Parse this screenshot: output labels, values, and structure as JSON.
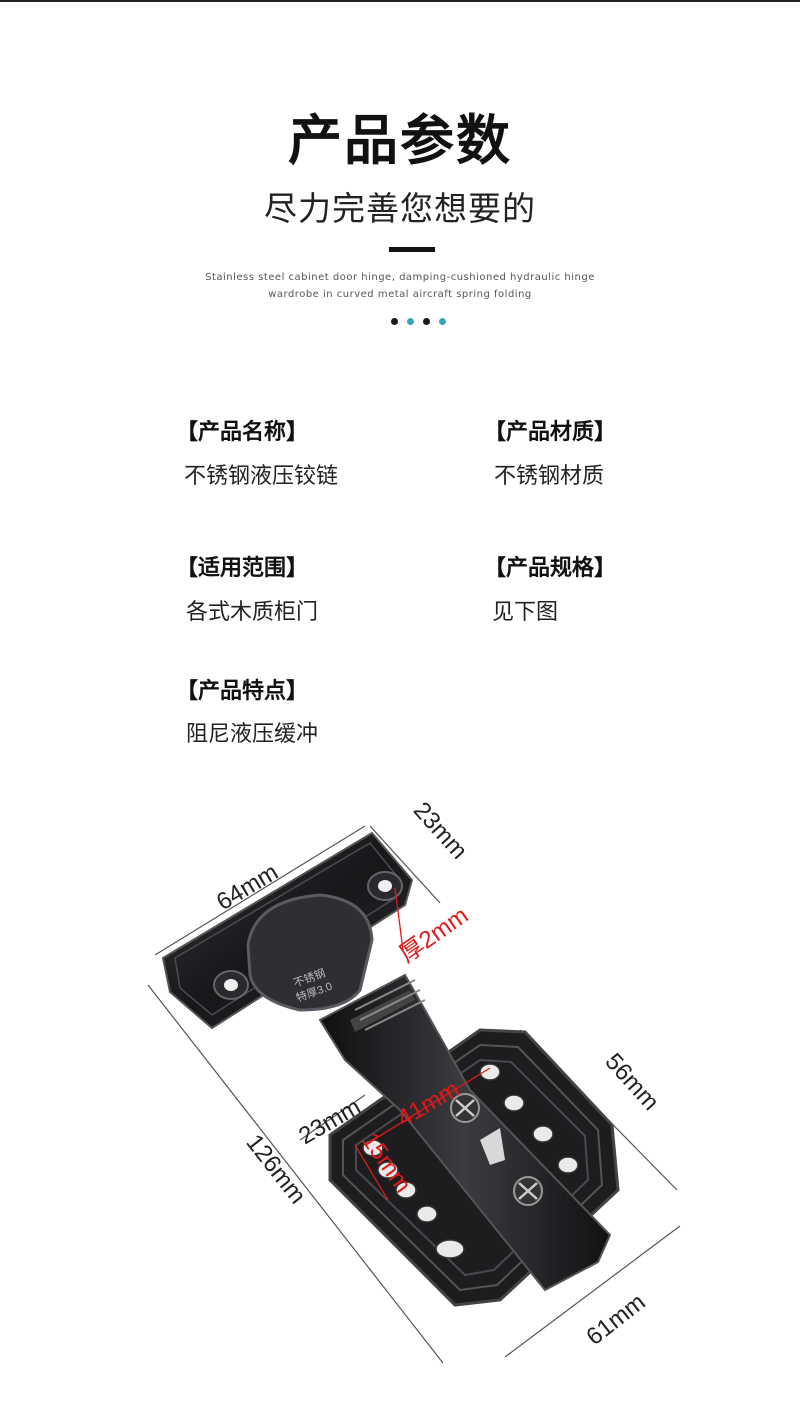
{
  "header": {
    "title": "产品参数",
    "subtitle": "尽力完善您想要的",
    "en_line1": "Stainless steel cabinet door hinge, damping-cushioned hydraulic hinge",
    "en_line2": "wardrobe in curved metal aircraft spring folding",
    "dot_colors": [
      "#1a1a1a",
      "#3aa7b8",
      "#1a1a1a",
      "#3aa7b8"
    ]
  },
  "specs": [
    {
      "label": "【产品名称】",
      "value": "不锈钢液压铰链"
    },
    {
      "label": "【产品材质】",
      "value": "不锈钢材质"
    },
    {
      "label": "【适用范围】",
      "value": "各式木质柜门"
    },
    {
      "label": "【产品规格】",
      "value": "见下图"
    },
    {
      "label": "【产品特点】",
      "value": "阻尼液压缓冲"
    }
  ],
  "diagram": {
    "dim_64": "64mm",
    "dim_23_top": "23mm",
    "dim_thickness": "厚2mm",
    "dim_56": "56mm",
    "dim_23_side": "23mm",
    "dim_41": "41mm",
    "dim_15": "15mm",
    "dim_126": "126mm",
    "dim_61": "61mm",
    "stamp_line1": "不锈钢",
    "stamp_line2": "特厚3.0",
    "accent_red": "#e01818"
  }
}
